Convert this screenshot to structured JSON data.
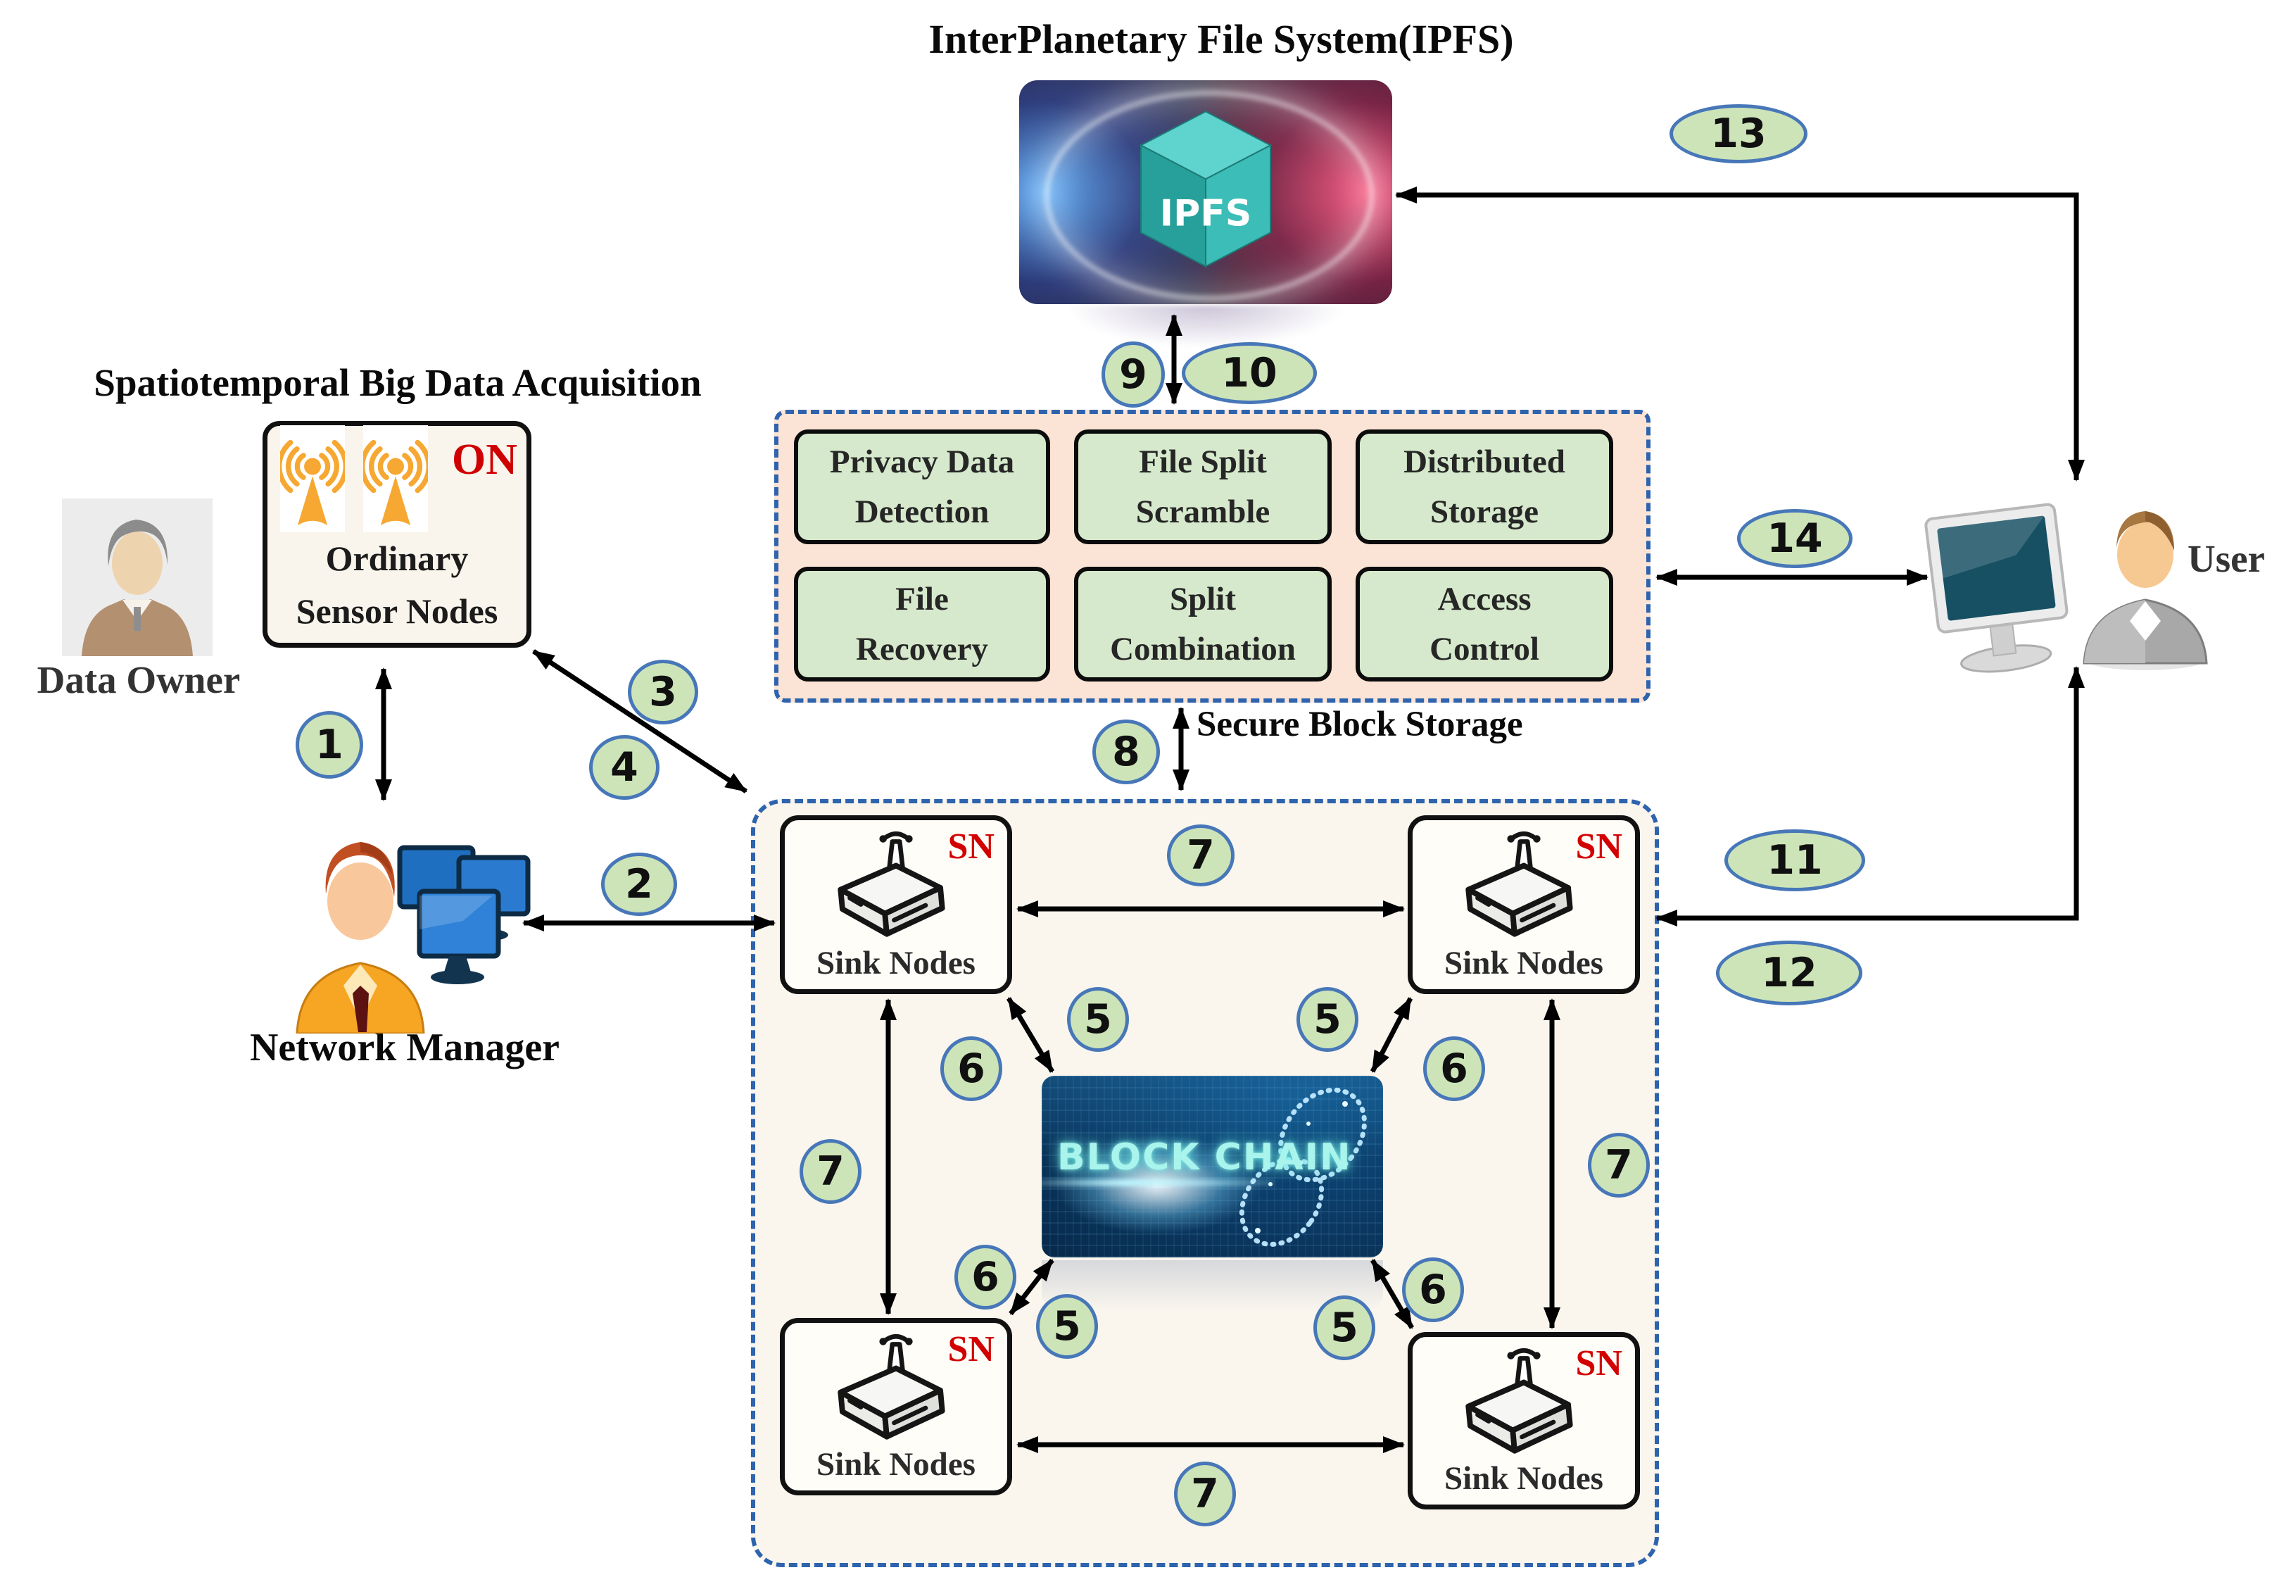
{
  "diagram": {
    "ipfs": {
      "title": "InterPlanetary File System(IPFS)",
      "cube_label": "IPFS"
    },
    "acquisition": {
      "title": "Spatiotemporal Big Data Acquisition",
      "sensor_status": "ON",
      "sensor_line1": "Ordinary",
      "sensor_line2": "Sensor Nodes",
      "data_owner": "Data Owner",
      "network_manager": "Network Manager"
    },
    "secure_storage": {
      "label": "Secure Block Storage",
      "modules": [
        {
          "line1": "Privacy Data",
          "line2": "Detection"
        },
        {
          "line1": "File Split",
          "line2": "Scramble"
        },
        {
          "line1": "Distributed",
          "line2": "Storage"
        },
        {
          "line1": "File",
          "line2": "Recovery"
        },
        {
          "line1": "Split",
          "line2": "Combination"
        },
        {
          "line1": "Access",
          "line2": "Control"
        }
      ]
    },
    "blockchain_label": "BLOCK CHAIN",
    "sink_badge": "SN",
    "sink_label": "Sink Nodes",
    "user_label": "User",
    "markers": [
      {
        "label": "1"
      },
      {
        "label": "2"
      },
      {
        "label": "3"
      },
      {
        "label": "4"
      },
      {
        "label": "5"
      },
      {
        "label": "5"
      },
      {
        "label": "5"
      },
      {
        "label": "5"
      },
      {
        "label": "6"
      },
      {
        "label": "6"
      },
      {
        "label": "6"
      },
      {
        "label": "6"
      },
      {
        "label": "7"
      },
      {
        "label": "7"
      },
      {
        "label": "7"
      },
      {
        "label": "7"
      },
      {
        "label": "8"
      },
      {
        "label": "9"
      },
      {
        "label": "10"
      },
      {
        "label": "11"
      },
      {
        "label": "12"
      },
      {
        "label": "13"
      },
      {
        "label": "14"
      }
    ],
    "colors": {
      "marker_fill": "#cde4b8",
      "marker_border": "#4777b8",
      "peach_panel": "#fbe4d5",
      "module_green": "#d6e9cc",
      "dashed_blue": "#2e63ad",
      "badge_red": "#d20000",
      "cream": "#faf5ec"
    }
  }
}
